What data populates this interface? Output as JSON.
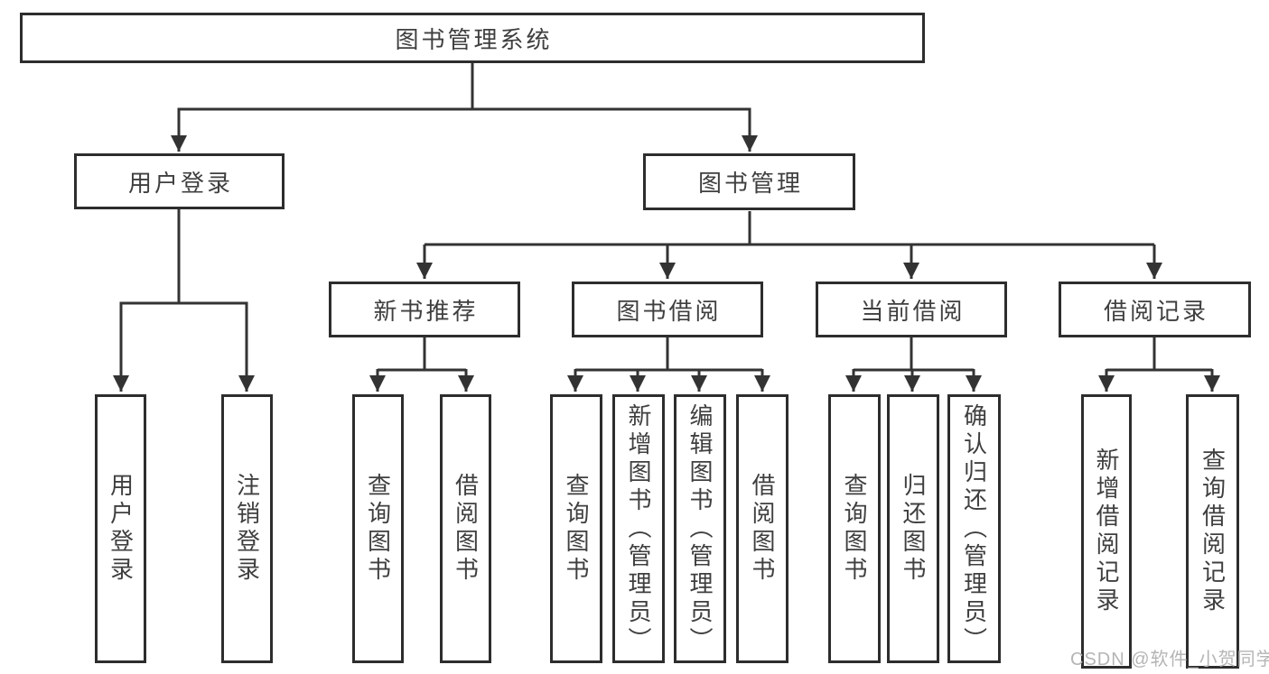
{
  "diagram_title": "图书管理系统",
  "tree": {
    "label": "图书管理系统",
    "children": [
      {
        "label": "用户登录",
        "children": [
          {
            "label": "用户登录"
          },
          {
            "label": "注销登录"
          }
        ]
      },
      {
        "label": "图书管理",
        "children": [
          {
            "label": "新书推荐",
            "children": [
              {
                "label": "查询图书"
              },
              {
                "label": "借阅图书"
              }
            ]
          },
          {
            "label": "图书借阅",
            "children": [
              {
                "label": "查询图书"
              },
              {
                "label": "新增图书（管理员）"
              },
              {
                "label": "编辑图书（管理员）"
              },
              {
                "label": "借阅图书"
              }
            ]
          },
          {
            "label": "当前借阅",
            "children": [
              {
                "label": "查询图书"
              },
              {
                "label": "归还图书"
              },
              {
                "label": "确认归还（管理员）"
              }
            ]
          },
          {
            "label": "借阅记录",
            "children": [
              {
                "label": "新增借阅记录"
              },
              {
                "label": "查询借阅记录"
              }
            ]
          }
        ]
      }
    ]
  },
  "watermark": {
    "text": "CSDN @软件_小贺同学"
  },
  "colors": {
    "line": "#333333",
    "box_border": "#2d2d2d",
    "text": "#3f3f3f",
    "watermark": "#b5b5b5",
    "background": "#ffffff"
  }
}
